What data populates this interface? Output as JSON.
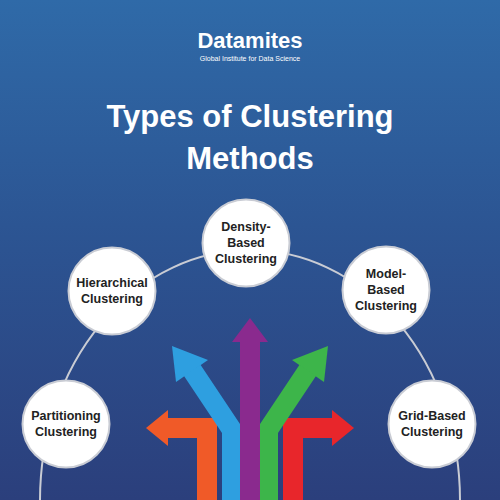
{
  "diagram": {
    "title": "Types of Clustering Methods",
    "nodes": [
      {
        "text": [
          "Partitioning Clustering"
        ]
      },
      {
        "text": [
          "Hierarchical Clustering"
        ]
      },
      {
        "text": [
          "Density- Based Clustering"
        ]
      },
      {
        "text": [
          "Model- Based Clustering"
        ]
      },
      {
        "text": [
          "Grid-Based Clustering"
        ]
      }
    ],
    "labels": [
      "Datamites",
      "Global Institute for Data Science"
    ]
  }
}
